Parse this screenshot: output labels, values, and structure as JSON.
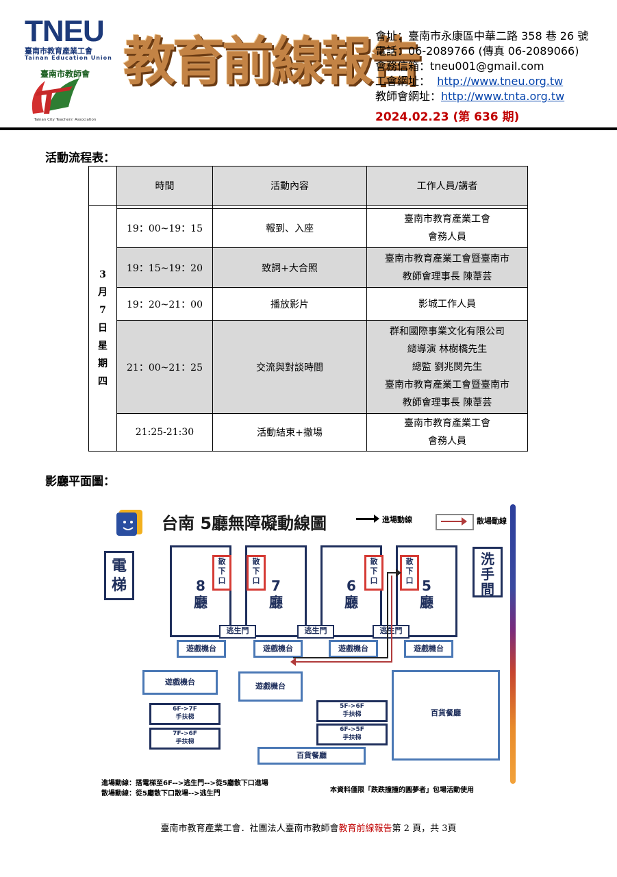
{
  "header": {
    "org_logo_text": "TNEU",
    "org_name_zh": "臺南市教育產業工會",
    "org_name_en": "Tainan Education Union",
    "teachers_logo_text": "臺南市教師會",
    "teachers_logo_en": "Tainan City Teachers' Association",
    "masthead": "教育前線報告",
    "address": "會址：臺南市永康區中華二路 358 巷 26 號",
    "phone": "電話：06-2089766 (傳真 06-2089066)",
    "email": "會務信箱：tneu001@gmail.com",
    "union_site_label": "工會網址：",
    "union_site_url": "http://www.tneu.org.tw",
    "teachers_site_label": "教師會網址：",
    "teachers_site_url": "http://www.tnta.org.tw",
    "issue": "2024.02.23 (第 636 期)"
  },
  "schedule": {
    "title": "活動流程表：",
    "headers": [
      "時間",
      "活動內容",
      "工作人員/講者"
    ],
    "date_chars": [
      "3",
      "月",
      "7",
      "日",
      "星",
      "期",
      "四"
    ],
    "rows": [
      {
        "time": "19：00~19：15",
        "activity": "報到、入座",
        "staff": [
          "臺南市教育產業工會",
          "會務人員"
        ]
      },
      {
        "time": "19：15~19：20",
        "activity": "致詞+大合照",
        "staff": [
          "臺南市教育產業工會暨臺南市",
          "教師會理事長 陳葦芸"
        ]
      },
      {
        "time": "19：20~21：00",
        "activity": "播放影片",
        "staff": [
          "影城工作人員"
        ]
      },
      {
        "time": "21：00~21：25",
        "activity": "交流與對談時間",
        "staff": [
          "群和國際事業文化有限公司",
          "總導演 林樹橋先生",
          "總監 劉兆閔先生",
          "臺南市教育產業工會暨臺南市",
          "教師會理事長 陳葦芸"
        ]
      },
      {
        "time": "21:25-21:30",
        "activity": "活動結束+撤場",
        "staff": [
          "臺南市教育產業工會",
          "會務人員"
        ]
      }
    ]
  },
  "floorplan": {
    "title": "影廳平面圖：",
    "map_title": "台南  5廳無障礙動線圖",
    "legend_entry": "進場動線",
    "legend_exit": "散場動線",
    "elevator": "電梯",
    "restroom": "洗手間",
    "halls": [
      "8\n廳",
      "7\n廳",
      "6\n廳",
      "5\n廳"
    ],
    "exit_label": "散\n下\n口",
    "escape_door": "逃生門",
    "game_machine": "遊戲機台",
    "escalator_6_7": "6F->7F\n手扶梯",
    "escalator_7_6": "7F->6F\n手扶梯",
    "escalator_5_6": "5F->6F\n手扶梯",
    "escalator_6_5": "6F->5F\n手扶梯",
    "dept_food": "百貨餐廳",
    "note_entry": "進場動線：搭電梯至6F-->逃生門-->從5廳散下口進場",
    "note_exit": "散場動線：從5廳散下口散場-->逃生門",
    "disclaimer": "本資料僅限「跌跌撞撞的圓夢者」包場活動使用"
  },
  "footer": {
    "prefix": "臺南市教育產業工會．社團法人臺南市教師會",
    "highlight": "教育前線報告",
    "suffix": "第 2 頁，共 3頁"
  }
}
